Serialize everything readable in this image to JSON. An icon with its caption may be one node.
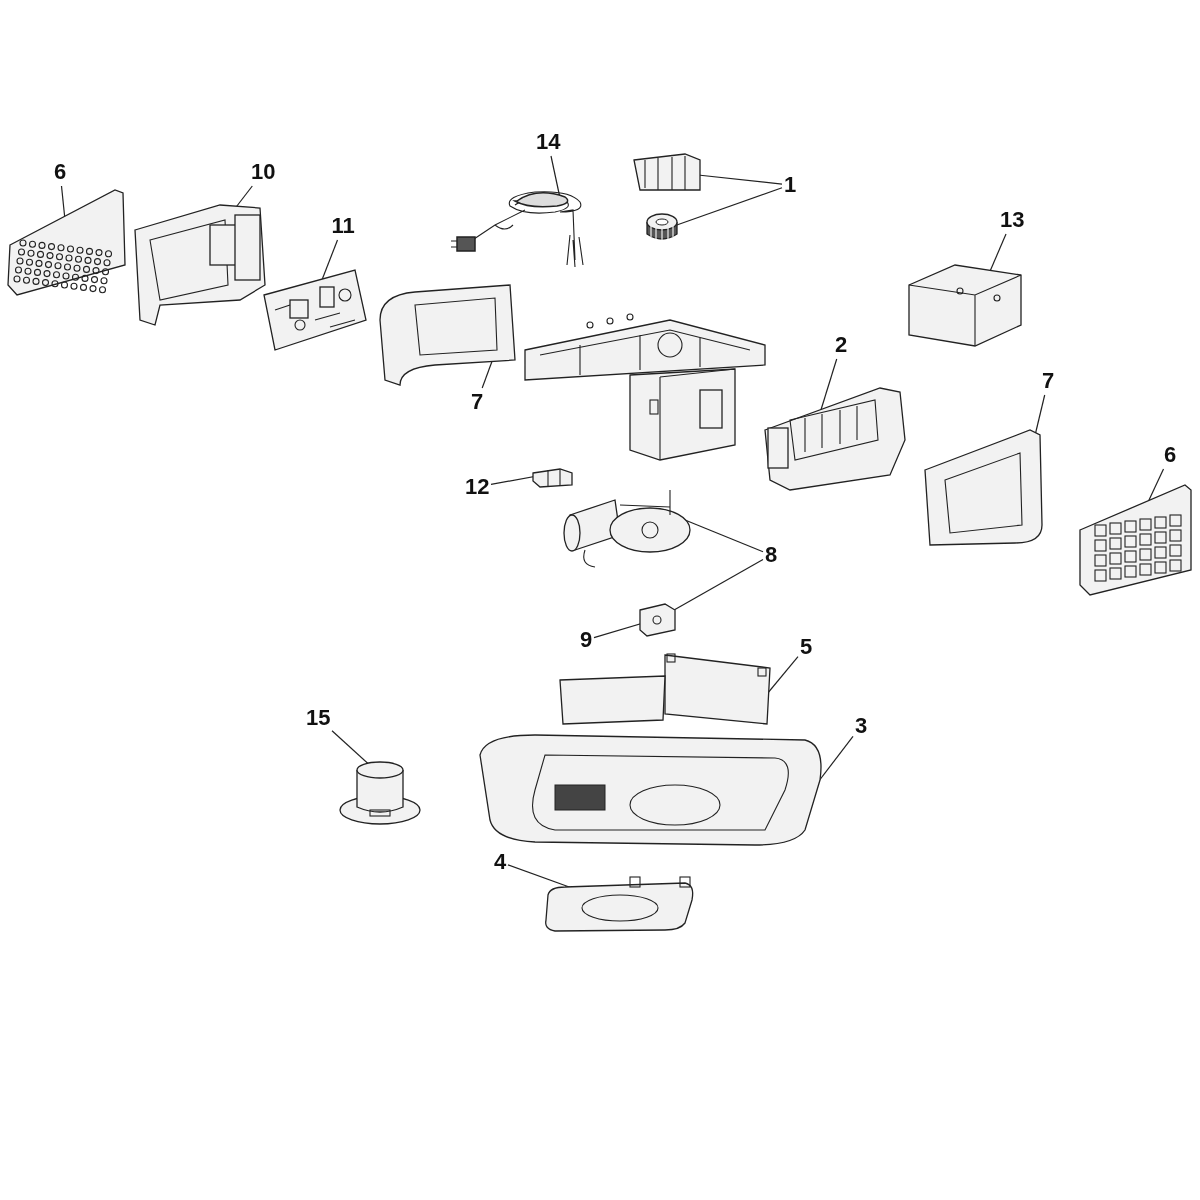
{
  "diagram": {
    "nodes": [
      {
        "text": [
          "14"
        ]
      },
      {
        "text": [],
        "shape": "picture"
      },
      {
        "text": [
          "6"
        ]
      },
      {
        "text": [],
        "shape": "picture"
      },
      {
        "text": [
          "10"
        ]
      },
      {
        "text": [],
        "shape": "picture"
      },
      {
        "text": [
          "1"
        ]
      },
      {
        "text": [],
        "shape": "picture"
      },
      {
        "text": [],
        "shape": "picture"
      },
      {
        "text": [
          "13"
        ]
      },
      {
        "text": [],
        "shape": "picture"
      },
      {
        "text": [
          "11"
        ]
      },
      {
        "text": [],
        "shape": "picture"
      },
      {
        "text": [
          "2"
        ]
      },
      {
        "text": [],
        "shape": "picture"
      },
      {
        "text": [
          "7"
        ]
      },
      {
        "text": [],
        "shape": "picture"
      },
      {
        "text": [
          "7"
        ]
      },
      {
        "text": [],
        "shape": "picture"
      },
      {
        "text": [
          "6"
        ]
      },
      {
        "text": [],
        "shape": "picture"
      },
      {
        "text": [
          "12"
        ]
      },
      {
        "text": [],
        "shape": "picture"
      },
      {
        "text": [
          "8"
        ]
      },
      {
        "text": [],
        "shape": "picture"
      },
      {
        "text": [],
        "shape": "picture"
      },
      {
        "text": [
          "9"
        ]
      },
      {
        "text": [
          "5"
        ]
      },
      {
        "text": [],
        "shape": "picture"
      },
      {
        "text": [
          "15"
        ]
      },
      {
        "text": [],
        "shape": "picture"
      },
      {
        "text": [
          "3"
        ]
      },
      {
        "text": [],
        "shape": "picture"
      },
      {
        "text": [
          "4"
        ]
      },
      {
        "text": [],
        "shape": "picture"
      },
      {
        "text": [],
        "shape": "picture"
      }
    ],
    "edges": [
      {
        "from": 0,
        "to": 1,
        "arrow": "none"
      },
      {
        "from": 2,
        "to": 3,
        "arrow": "none"
      },
      {
        "from": 4,
        "to": 5,
        "arrow": "none"
      },
      {
        "from": 6,
        "to": 7,
        "arrow": "none"
      },
      {
        "from": 6,
        "to": 8,
        "arrow": "none"
      },
      {
        "from": 9,
        "to": 10,
        "arrow": "none"
      },
      {
        "from": 11,
        "to": 12,
        "arrow": "none"
      },
      {
        "from": 13,
        "to": 14,
        "arrow": "none"
      },
      {
        "from": 15,
        "to": 16,
        "arrow": "none"
      },
      {
        "from": 17,
        "to": 18,
        "arrow": "none"
      },
      {
        "from": 19,
        "to": 20,
        "arrow": "none"
      },
      {
        "from": 21,
        "to": 22,
        "arrow": "none"
      },
      {
        "from": 23,
        "to": 24,
        "arrow": "none"
      },
      {
        "from": 23,
        "to": 25,
        "arrow": "none"
      },
      {
        "from": 26,
        "to": 25,
        "arrow": "none"
      },
      {
        "from": 27,
        "to": 28,
        "arrow": "none"
      },
      {
        "from": 29,
        "to": 30,
        "arrow": "none"
      },
      {
        "from": 31,
        "to": 32,
        "arrow": "none"
      },
      {
        "from": 33,
        "to": 34,
        "arrow": "none"
      }
    ]
  }
}
